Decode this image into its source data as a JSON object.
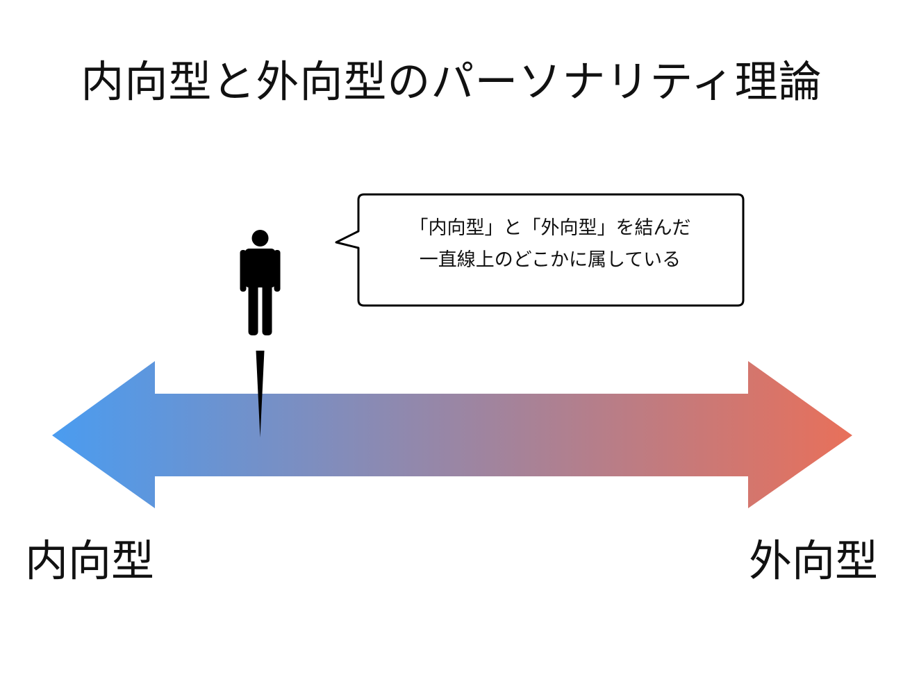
{
  "title": "内向型と外向型のパーソナリティ理論",
  "speech_bubble": {
    "line1": "「内向型」と「外向型」を結んだ",
    "line2": "一直線上のどこかに属している"
  },
  "axis": {
    "left_label": "内向型",
    "right_label": "外向型",
    "left_color": "#4a9cf0",
    "right_color": "#e8705a",
    "marker_position": 0.26
  },
  "icons": {
    "person": "person-icon"
  }
}
